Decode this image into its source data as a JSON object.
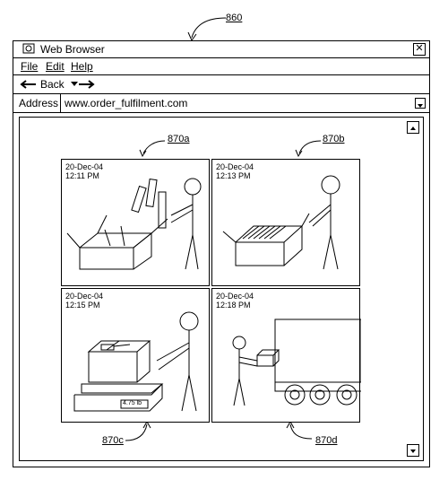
{
  "figure": {
    "window_ref": "860",
    "panel_refs": [
      "870a",
      "870b",
      "870c",
      "870d"
    ]
  },
  "window": {
    "title": "Web Browser",
    "close_glyph": "✕"
  },
  "menu": {
    "file": "File",
    "edit": "Edit",
    "help": "Help"
  },
  "nav": {
    "back": "Back"
  },
  "address": {
    "label": "Address",
    "value": "www.order_fulfilment.com"
  },
  "panels": [
    {
      "date": "20-Dec-04",
      "time": "12:11 PM"
    },
    {
      "date": "20-Dec-04",
      "time": "12:13 PM"
    },
    {
      "date": "20-Dec-04",
      "time": "12:15 PM",
      "scale_reading": "4.75 lb"
    },
    {
      "date": "20-Dec-04",
      "time": "12:18 PM"
    }
  ]
}
